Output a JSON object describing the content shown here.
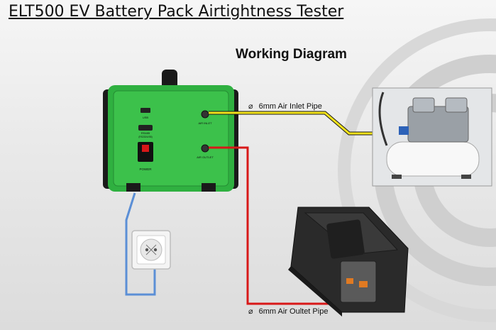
{
  "title": "ELT500 EV Battery Pack Airtightness Tester",
  "subtitle": "Working Diagram",
  "pipes": {
    "inlet": {
      "symbol": "⌀",
      "label": "6mm Air Inlet Pipe"
    },
    "outlet": {
      "symbol": "⌀",
      "label": "6mm Air Oultet Pipe"
    }
  },
  "device_panel": {
    "usb": "USB",
    "rs485": "RS485",
    "rs485_sub": "(RS232/USB)",
    "power": "POWER",
    "air_inlet": "AIR INLET",
    "air_outlet": "AIR OUTLET"
  },
  "colors": {
    "device": "#2fb040",
    "inlet_pipe": "#f2e21a",
    "outlet_pipe": "#d81818",
    "power_cord": "#5b8fd6"
  }
}
